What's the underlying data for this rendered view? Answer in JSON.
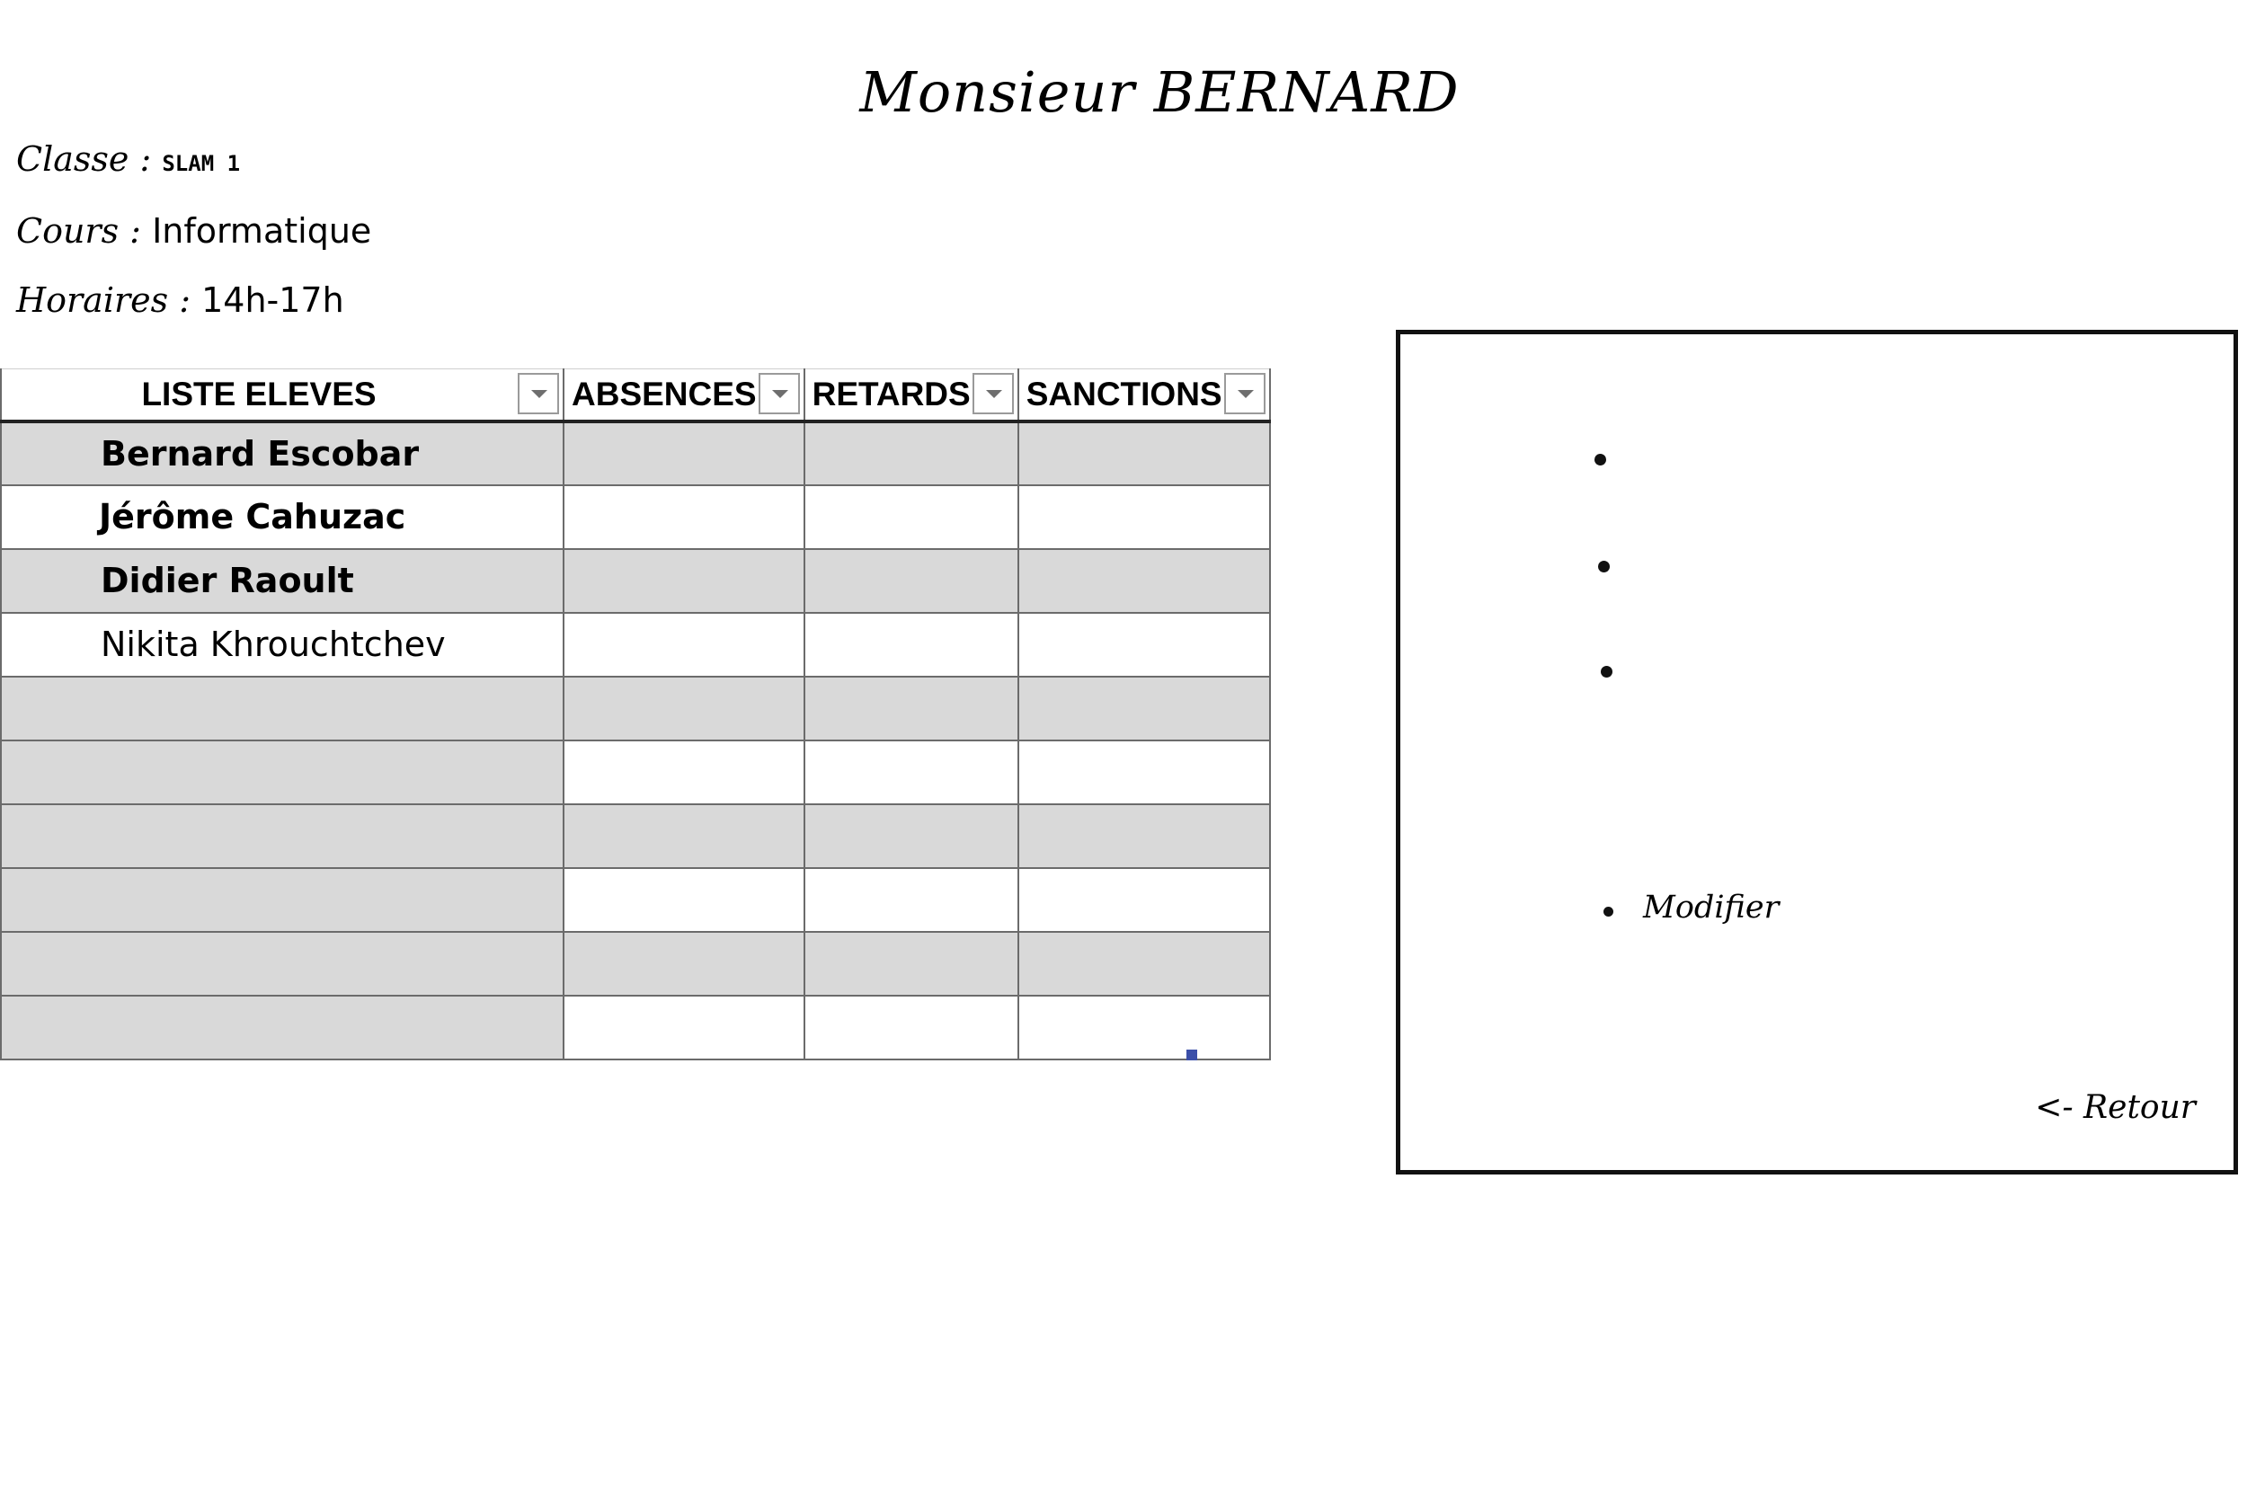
{
  "page": {
    "title": "Monsieur BERNARD"
  },
  "info": {
    "classe_label": "Classe : ",
    "classe_value": "SLAM 1",
    "cours_label": "Cours : ",
    "cours_value": "Informatique",
    "horaires_label": "Horaires : ",
    "horaires_value": "14h-17h"
  },
  "table": {
    "headers": [
      "LISTE ELEVES",
      "ABSENCES",
      "RETARDS",
      "SANCTIONS"
    ],
    "rows": [
      {
        "name": "Bernard Escobar",
        "absences": "",
        "retards": "",
        "sanctions": ""
      },
      {
        "name": "Jérôme Cahuzac",
        "absences": "",
        "retards": "",
        "sanctions": ""
      },
      {
        "name": "Didier Raoult",
        "absences": "",
        "retards": "",
        "sanctions": ""
      },
      {
        "name": "Nikita Khrouchtchev",
        "absences": "",
        "retards": "",
        "sanctions": ""
      },
      {
        "name": "",
        "absences": "",
        "retards": "",
        "sanctions": ""
      },
      {
        "name": "",
        "absences": "",
        "retards": "",
        "sanctions": ""
      },
      {
        "name": "",
        "absences": "",
        "retards": "",
        "sanctions": ""
      },
      {
        "name": "",
        "absences": "",
        "retards": "",
        "sanctions": ""
      },
      {
        "name": "",
        "absences": "",
        "retards": "",
        "sanctions": ""
      },
      {
        "name": "",
        "absences": "",
        "retards": "",
        "sanctions": ""
      }
    ]
  },
  "panel": {
    "modifier_label": "Modifier",
    "retour_label": "<- Retour"
  },
  "colors": {
    "row_shade": "#d9d9d9",
    "grid_line": "#6b6b6b",
    "resize_handle": "#3b4fa8"
  }
}
